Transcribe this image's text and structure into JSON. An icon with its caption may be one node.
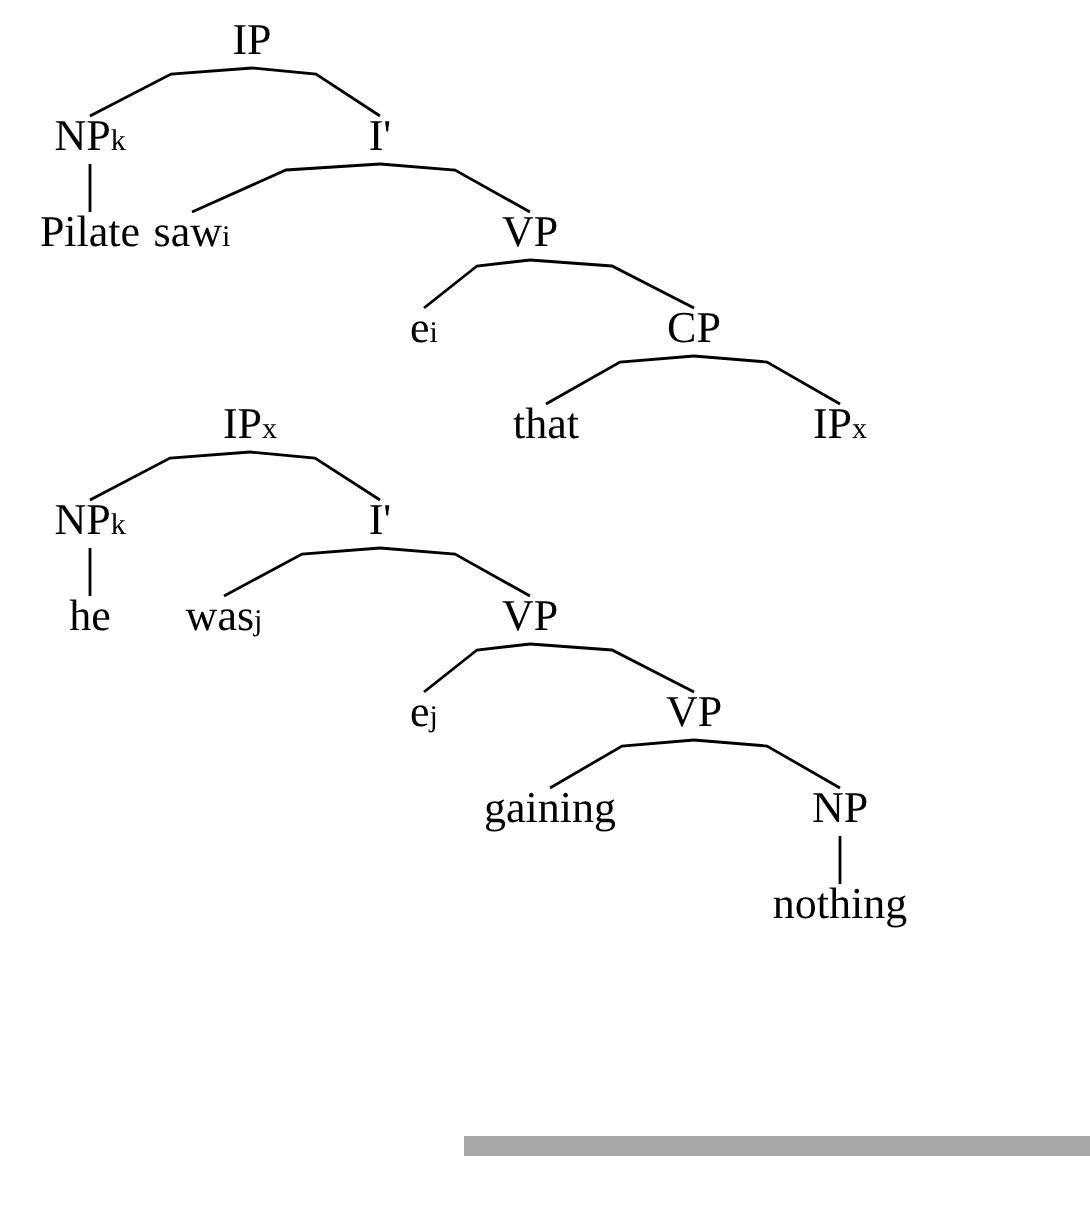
{
  "diagram": {
    "nodes": [
      {
        "text": [
          "IP"
        ]
      },
      {
        "text": [
          "NP$_{k}$"
        ]
      },
      {
        "text": [
          "I'"
        ]
      },
      {
        "text": [
          "Pilate"
        ]
      },
      {
        "text": [
          "saw$_{i}$"
        ]
      },
      {
        "text": [
          "VP"
        ]
      },
      {
        "text": [
          "e$_{i}$"
        ]
      },
      {
        "text": [
          "CP"
        ]
      },
      {
        "text": [
          "IP$_{x}$"
        ]
      },
      {
        "text": [
          "that"
        ]
      },
      {
        "text": [
          "IP$_{x}$"
        ]
      },
      {
        "text": [
          "NP$_{k}$"
        ]
      },
      {
        "text": [
          "I'"
        ]
      },
      {
        "text": [
          "he"
        ]
      },
      {
        "text": [
          "was$_{j}$"
        ]
      },
      {
        "text": [
          "VP"
        ]
      },
      {
        "text": [
          "e$_{j}$"
        ]
      },
      {
        "text": [
          "VP"
        ]
      },
      {
        "text": [
          "gaining"
        ]
      },
      {
        "text": [
          "NP"
        ]
      },
      {
        "text": [
          "nothing"
        ]
      }
    ],
    "edges": [
      {
        "from": 0,
        "to": 1,
        "arrow": "none"
      },
      {
        "from": 0,
        "to": 2,
        "arrow": "none"
      },
      {
        "from": 1,
        "to": 3,
        "arrow": "none"
      },
      {
        "from": 2,
        "to": 4,
        "arrow": "none"
      },
      {
        "from": 2,
        "to": 5,
        "arrow": "none"
      },
      {
        "from": 5,
        "to": 6,
        "arrow": "none"
      },
      {
        "from": 5,
        "to": 7,
        "arrow": "none"
      },
      {
        "from": 7,
        "to": 9,
        "arrow": "none"
      },
      {
        "from": 7,
        "to": 10,
        "arrow": "none"
      },
      {
        "from": 8,
        "to": 11,
        "arrow": "none"
      },
      {
        "from": 8,
        "to": 12,
        "arrow": "none"
      },
      {
        "from": 11,
        "to": 13,
        "arrow": "none"
      },
      {
        "from": 12,
        "to": 14,
        "arrow": "none"
      },
      {
        "from": 12,
        "to": 15,
        "arrow": "none"
      },
      {
        "from": 15,
        "to": 16,
        "arrow": "none"
      },
      {
        "from": 15,
        "to": 17,
        "arrow": "none"
      },
      {
        "from": 17,
        "to": 18,
        "arrow": "none"
      },
      {
        "from": 17,
        "to": 19,
        "arrow": "none"
      },
      {
        "from": 19,
        "to": 20,
        "arrow": "none"
      }
    ]
  }
}
